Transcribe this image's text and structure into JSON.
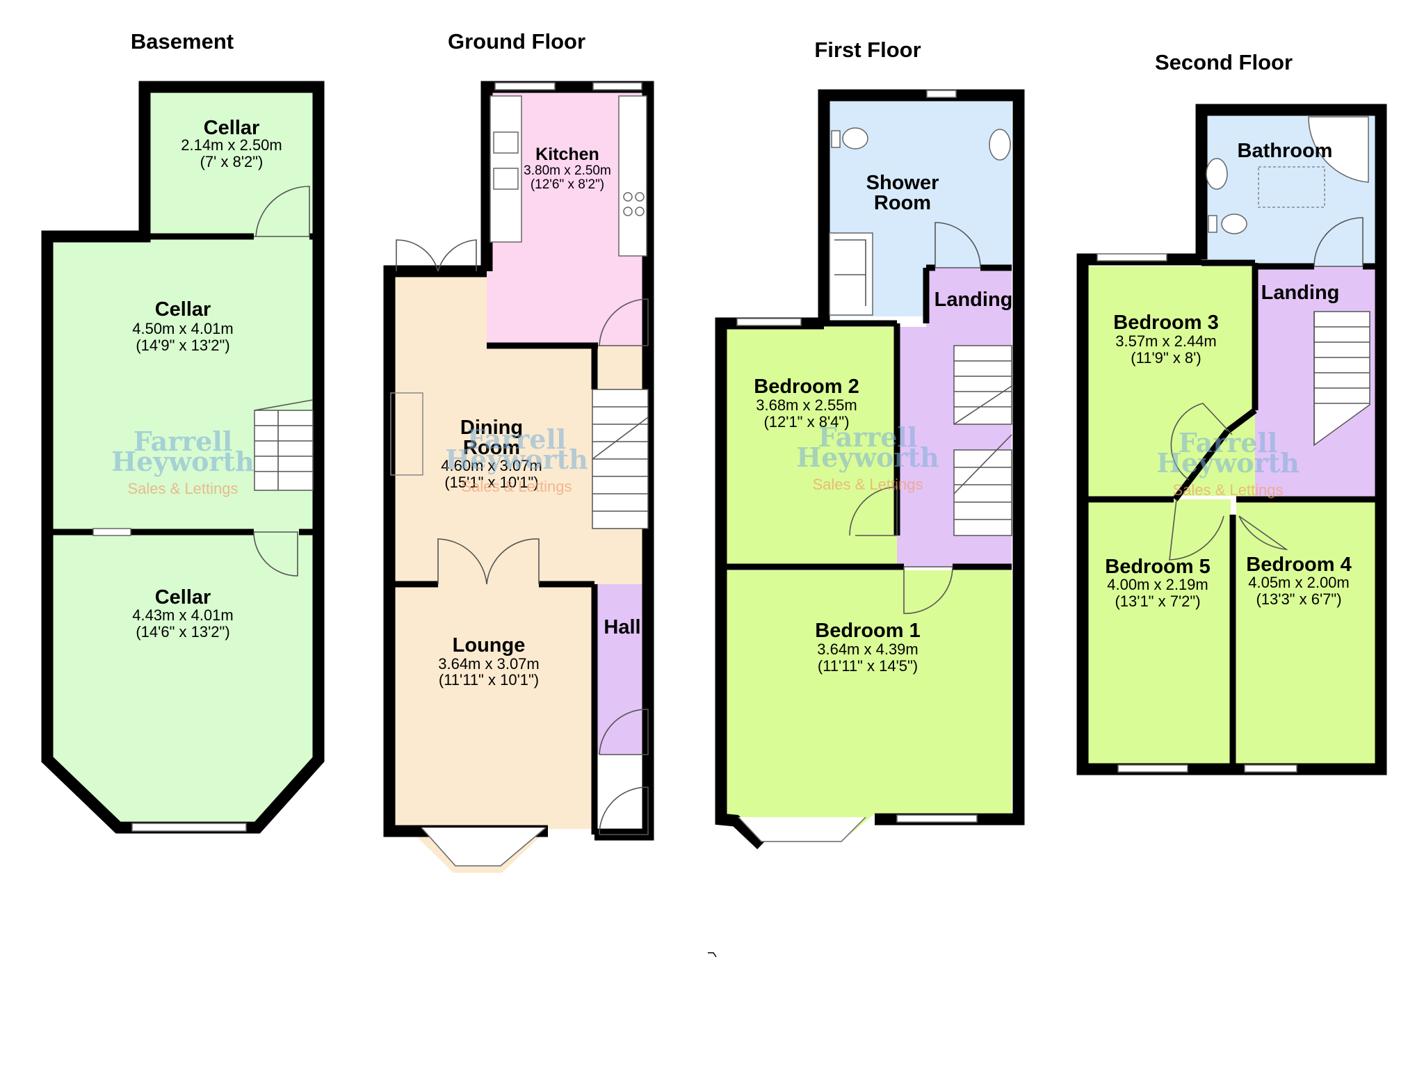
{
  "colors": {
    "cellar": "#d8fbd0",
    "room_green": "#dafc96",
    "landing": "#e3c4f6",
    "kitchen": "#fdd6ef",
    "lounge": "#fbead0",
    "wet": "#d6eafc",
    "hall": "#e3c4f6"
  },
  "floors": {
    "basement": {
      "title": "Basement",
      "rooms": {
        "cellar_top": {
          "name": "Cellar",
          "metric": "2.14m x 2.50m",
          "imperial": "(7' x 8'2\")"
        },
        "cellar_mid": {
          "name": "Cellar",
          "metric": "4.50m x 4.01m",
          "imperial": "(14'9\" x 13'2\")"
        },
        "cellar_bot": {
          "name": "Cellar",
          "metric": "4.43m x 4.01m",
          "imperial": "(14'6\" x 13'2\")"
        }
      }
    },
    "ground": {
      "title": "Ground Floor",
      "rooms": {
        "kitchen": {
          "name": "Kitchen",
          "metric": "3.80m x 2.50m",
          "imperial": "(12'6\" x 8'2\")"
        },
        "dining": {
          "name1": "Dining",
          "name2": "Room",
          "metric": "4.60m x 3.07m",
          "imperial": "(15'1\" x 10'1\")"
        },
        "lounge": {
          "name": "Lounge",
          "metric": "3.64m x 3.07m",
          "imperial": "(11'11\" x 10'1\")"
        },
        "hall": {
          "name": "Hall"
        }
      }
    },
    "first": {
      "title": "First Floor",
      "rooms": {
        "shower": {
          "name1": "Shower",
          "name2": "Room"
        },
        "landing": {
          "name": "Landing"
        },
        "bedroom2": {
          "name": "Bedroom 2",
          "metric": "3.68m x 2.55m",
          "imperial": "(12'1\" x 8'4\")"
        },
        "bedroom1": {
          "name": "Bedroom 1",
          "metric": "3.64m x 4.39m",
          "imperial": "(11'11\" x 14'5\")"
        }
      }
    },
    "second": {
      "title": "Second Floor",
      "rooms": {
        "bathroom": {
          "name": "Bathroom"
        },
        "landing": {
          "name": "Landing"
        },
        "bedroom3": {
          "name": "Bedroom 3",
          "metric": "3.57m x 2.44m",
          "imperial": "(11'9\" x 8')"
        },
        "bedroom5": {
          "name": "Bedroom 5",
          "metric": "4.00m x 2.19m",
          "imperial": "(13'1\" x 7'2\")"
        },
        "bedroom4": {
          "name": "Bedroom 4",
          "metric": "4.05m x 2.00m",
          "imperial": "(13'3\" x 6'7\")"
        }
      }
    }
  },
  "watermark": {
    "line1": "Farrell",
    "line2": "Heyworth",
    "line3": "Sales & Lettings"
  }
}
